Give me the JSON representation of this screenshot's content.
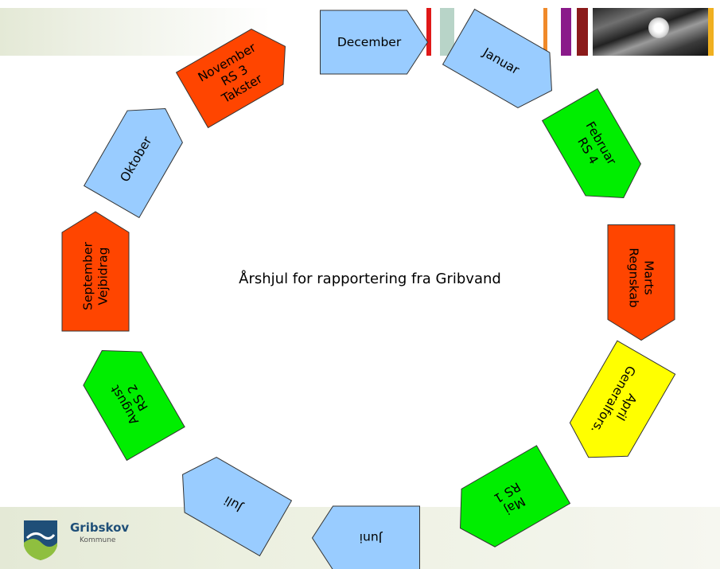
{
  "title": "Årshjul for rapportering fra Gribvand",
  "months": [
    {
      "id": "december",
      "lines": [
        "December"
      ],
      "color": "#99ccff"
    },
    {
      "id": "januar",
      "lines": [
        "Januar"
      ],
      "color": "#99ccff"
    },
    {
      "id": "februar",
      "lines": [
        "Februar",
        "RS 4"
      ],
      "color": "#00ee00"
    },
    {
      "id": "marts",
      "lines": [
        "Marts",
        "Regnskab"
      ],
      "color": "#ff4500"
    },
    {
      "id": "april",
      "lines": [
        "April",
        "Generalfors."
      ],
      "color": "#ffff00"
    },
    {
      "id": "maj",
      "lines": [
        "Maj",
        "RS 1"
      ],
      "color": "#00ee00"
    },
    {
      "id": "juni",
      "lines": [
        "Juni"
      ],
      "color": "#99ccff"
    },
    {
      "id": "juli",
      "lines": [
        "Juli"
      ],
      "color": "#99ccff"
    },
    {
      "id": "august",
      "lines": [
        "August",
        "RS 2"
      ],
      "color": "#00ee00"
    },
    {
      "id": "september",
      "lines": [
        "September",
        "Vejbidrag"
      ],
      "color": "#ff4500"
    },
    {
      "id": "oktober",
      "lines": [
        "Oktober"
      ],
      "color": "#99ccff"
    },
    {
      "id": "november",
      "lines": [
        "November",
        "RS 3",
        "Takster"
      ],
      "color": "#ff4500"
    }
  ],
  "logo": {
    "name": "Gribskov",
    "sub": "Kommune"
  },
  "colors": {
    "accent_red": "#e01818",
    "accent_orange": "#f08a2a",
    "accent_purple": "#8a1a8a",
    "accent_teal": "#b8d4c8",
    "band": "#e4e9d6",
    "logo_blue": "#1f4f78",
    "logo_green": "#8fbf3f"
  }
}
